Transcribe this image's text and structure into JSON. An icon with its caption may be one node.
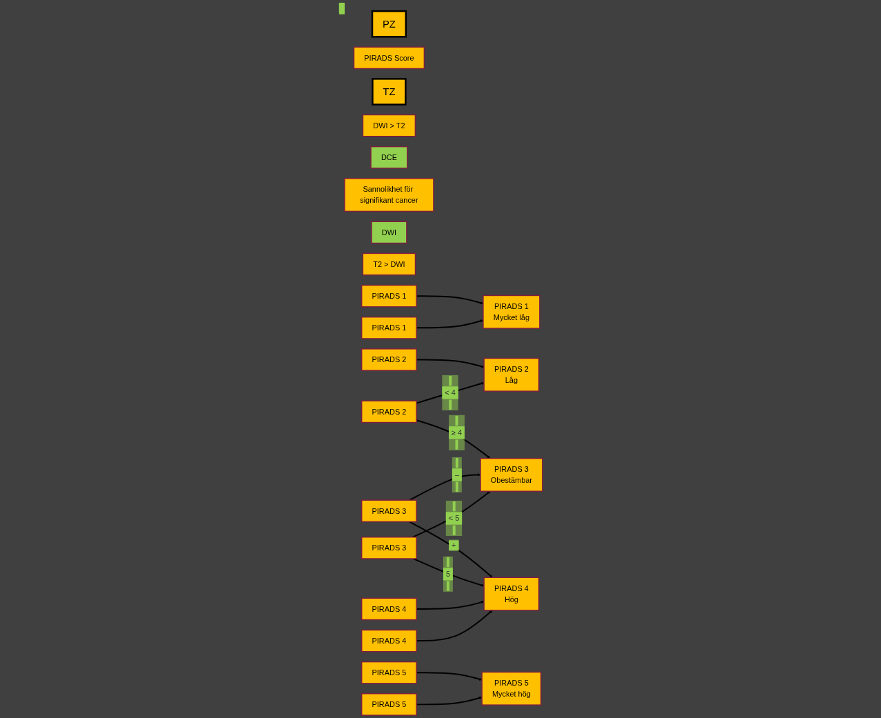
{
  "diagram": {
    "nodes": [
      {
        "text": [
          "PZ"
        ]
      },
      {
        "text": [
          "PIRADS Score"
        ]
      },
      {
        "text": [
          "TZ"
        ]
      },
      {
        "text": [
          "DWI > T2"
        ]
      },
      {
        "text": [
          "DCE"
        ]
      },
      {
        "text": [
          "Sannolikhet för signifikant cancer"
        ]
      },
      {
        "text": [
          "DWI"
        ]
      },
      {
        "text": [
          "T2 > DWI"
        ]
      },
      {
        "text": [
          "PIRADS 1"
        ]
      },
      {
        "text": [
          "PIRADS 1",
          "Mycket låg"
        ]
      },
      {
        "text": [
          "PIRADS 1"
        ]
      },
      {
        "text": [
          "PIRADS 2"
        ]
      },
      {
        "text": [
          "PIRADS 2",
          "Låg"
        ]
      },
      {
        "text": [
          "PIRADS 2"
        ]
      },
      {
        "text": [
          "PIRADS 3"
        ]
      },
      {
        "text": [
          "PIRADS 3",
          "Obestämbar"
        ]
      },
      {
        "text": [
          "PIRADS 3"
        ]
      },
      {
        "text": [
          "PIRADS 4"
        ]
      },
      {
        "text": [
          "PIRADS 4",
          "Hög"
        ]
      },
      {
        "text": [
          "PIRADS 4"
        ]
      },
      {
        "text": [
          "PIRADS 5"
        ]
      },
      {
        "text": [
          "PIRADS 5",
          "Mycket hög"
        ]
      },
      {
        "text": [
          "PIRADS 5"
        ]
      }
    ],
    "edges": [
      {
        "from": 8,
        "to": 9,
        "arrow": "to"
      },
      {
        "from": 10,
        "to": 9,
        "arrow": "to"
      },
      {
        "from": 11,
        "to": 12,
        "arrow": "to"
      },
      {
        "from": 13,
        "to": 12,
        "arrow": "to",
        "label": "< 4"
      },
      {
        "from": 13,
        "to": 15,
        "arrow": "to",
        "label": "≥ 4"
      },
      {
        "from": 14,
        "to": 15,
        "arrow": "to",
        "label": "–"
      },
      {
        "from": 14,
        "to": 18,
        "arrow": "to",
        "label": "+"
      },
      {
        "from": 16,
        "to": 15,
        "arrow": "to",
        "label": "< 5"
      },
      {
        "from": 16,
        "to": 18,
        "arrow": "to",
        "label": "5"
      },
      {
        "from": 17,
        "to": 18,
        "arrow": "to"
      },
      {
        "from": 19,
        "to": 18,
        "arrow": "to"
      },
      {
        "from": 20,
        "to": 21,
        "arrow": "to"
      },
      {
        "from": 22,
        "to": 21,
        "arrow": "to"
      }
    ]
  }
}
